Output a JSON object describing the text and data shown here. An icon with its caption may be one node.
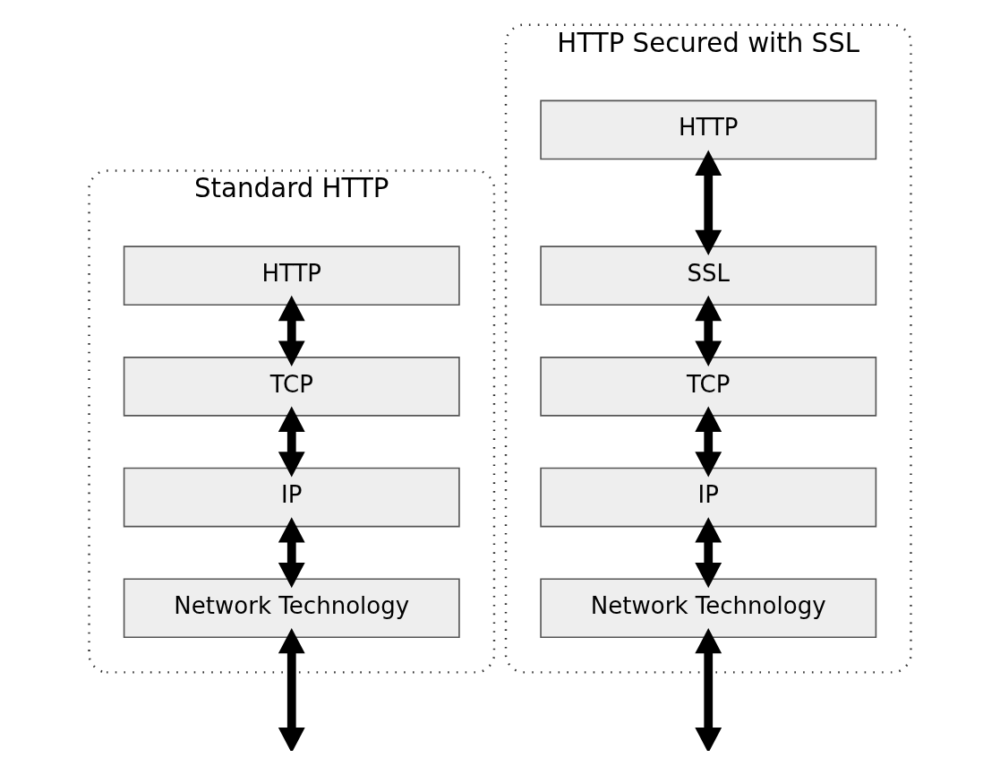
{
  "diagram": {
    "nodes": [
      {
        "text": [
          "Standard HTTP"
        ]
      },
      {
        "text": [
          "HTTP"
        ],
        "in": 0
      },
      {
        "text": [
          "TCP"
        ],
        "in": 0
      },
      {
        "text": [
          "IP"
        ],
        "in": 0
      },
      {
        "text": [
          "Network Technology"
        ],
        "in": 0
      },
      {
        "text": [
          "HTTP Secured with SSL"
        ]
      },
      {
        "text": [
          "HTTP"
        ],
        "in": 5
      },
      {
        "text": [
          "SSL"
        ],
        "in": 5
      },
      {
        "text": [
          "TCP"
        ],
        "in": 5
      },
      {
        "text": [
          "IP"
        ],
        "in": 5
      },
      {
        "text": [
          "Network Technology"
        ],
        "in": 5
      }
    ],
    "edges": [
      {
        "from": 1,
        "to": 2,
        "arrow": "both"
      },
      {
        "from": 2,
        "to": 3,
        "arrow": "both"
      },
      {
        "from": 3,
        "to": 4,
        "arrow": "both"
      },
      {
        "from": 4,
        "to": null,
        "arrow": "both"
      },
      {
        "from": 6,
        "to": 7,
        "arrow": "both"
      },
      {
        "from": 7,
        "to": 8,
        "arrow": "both"
      },
      {
        "from": 8,
        "to": 9,
        "arrow": "both"
      },
      {
        "from": 9,
        "to": 10,
        "arrow": "both"
      },
      {
        "from": 10,
        "to": null,
        "arrow": "both"
      }
    ]
  }
}
